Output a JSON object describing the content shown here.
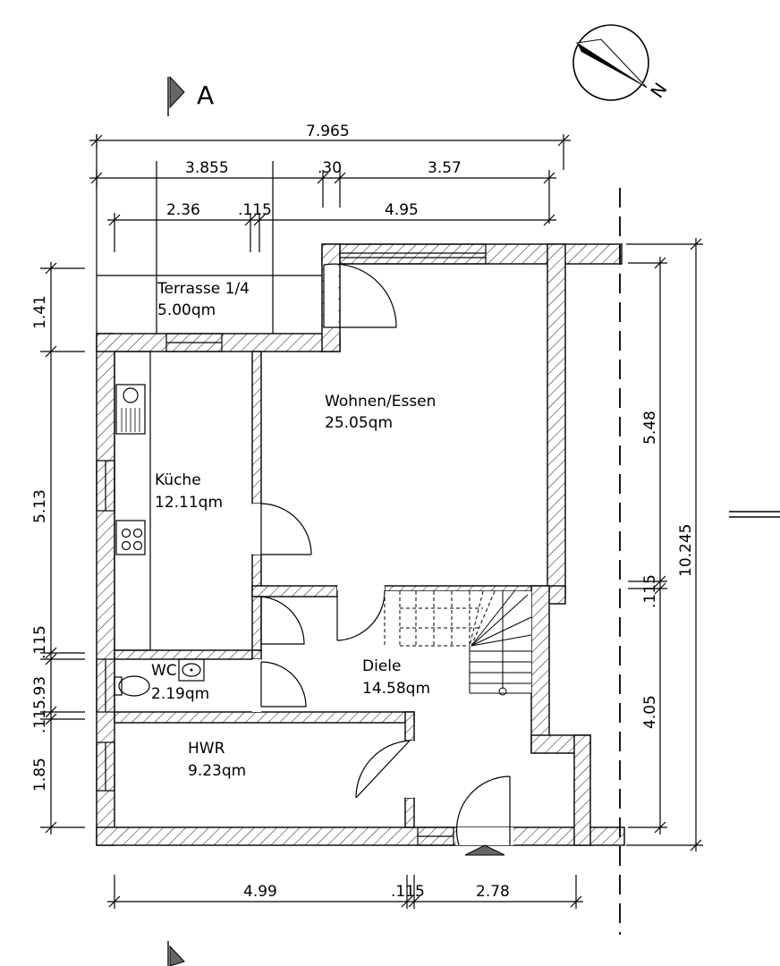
{
  "section_marker": {
    "label": "A"
  },
  "north_arrow": {
    "label": "N",
    "icon": "north-arrow-icon"
  },
  "rooms": {
    "terrasse": {
      "name": "Terrasse  1/4",
      "area": "5.00qm"
    },
    "wohnen": {
      "name": "Wohnen/Essen",
      "area": "25.05qm"
    },
    "kueche": {
      "name": "Küche",
      "area": "12.11qm"
    },
    "wc": {
      "name": "WC",
      "area": "2.19qm"
    },
    "diele": {
      "name": "Diele",
      "area": "14.58qm"
    },
    "hwr": {
      "name": "HWR",
      "area": "9.23qm"
    }
  },
  "dimensions": {
    "top": {
      "overall": "7.965",
      "row2": [
        "3.855",
        ".30",
        "3.57"
      ],
      "row3": [
        "2.36",
        ".115",
        "4.95"
      ]
    },
    "bottom": [
      "4.99",
      ".115",
      "2.78"
    ],
    "left": [
      "1.41",
      "5.13",
      ".115",
      ".93",
      ".115",
      "1.85"
    ],
    "right": {
      "inner": [
        "5.48",
        ".115",
        "4.05"
      ],
      "overall": "10.245"
    }
  }
}
